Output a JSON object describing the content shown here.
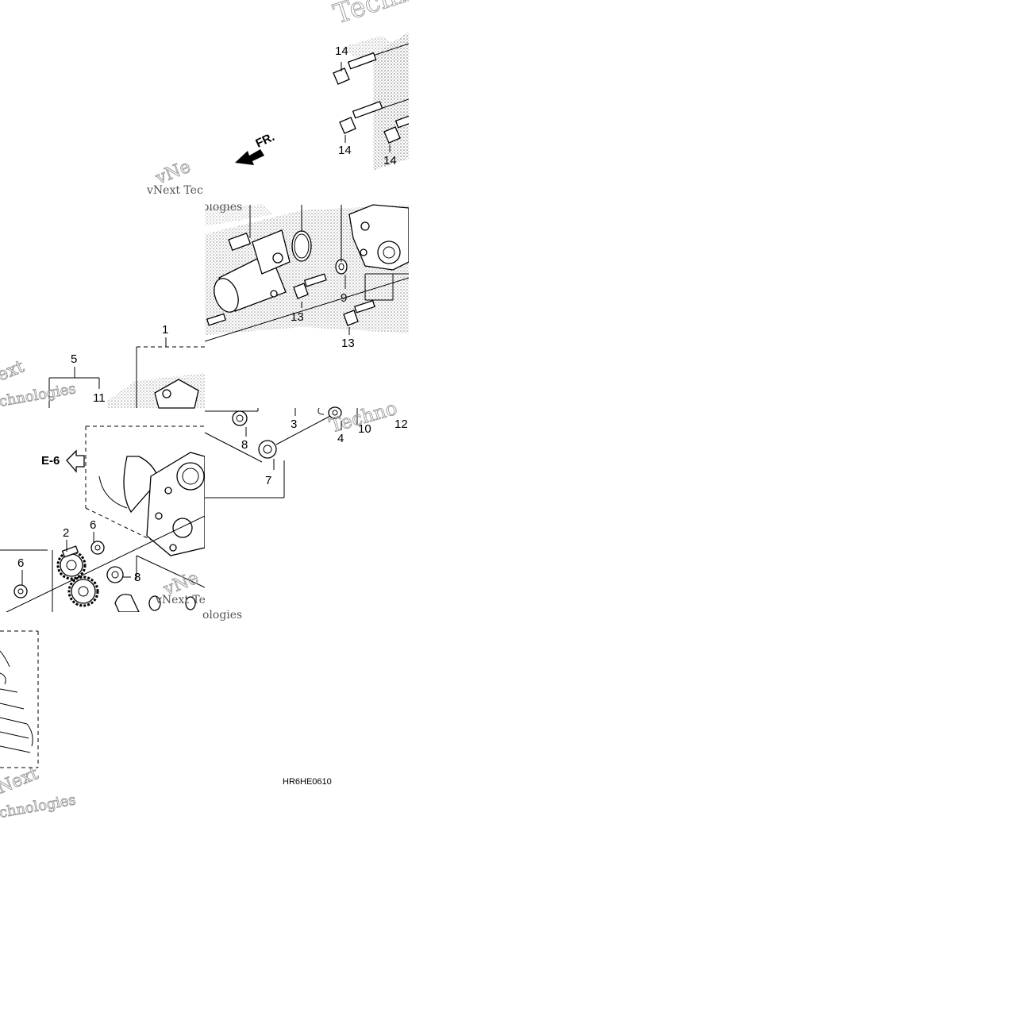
{
  "callouts": {
    "c1": "1",
    "c2": "2",
    "c3": "3",
    "c4": "4",
    "c5": "5",
    "c6a": "6",
    "c6b": "6",
    "c7": "7",
    "c8a": "8",
    "c8b": "8",
    "c9": "9",
    "c10": "10",
    "c11": "11",
    "c12": "12",
    "c13a": "13",
    "c13b": "13",
    "c14a": "14",
    "c14b": "14",
    "c14c": "14"
  },
  "reference": {
    "section": "E-6",
    "front": "FR."
  },
  "diagram_code": "HR6HE0610",
  "watermarks": {
    "w1": "Techno",
    "w2": "vNext Tec",
    "w3": "vNe",
    "w4": "ologies",
    "w5": "ext",
    "w6": "chnologies",
    "w7": "Techno",
    "w8": "vNext Tec",
    "w9": "vNe",
    "w10": "ologies",
    "w11": "Next",
    "w12": "chnologies"
  }
}
